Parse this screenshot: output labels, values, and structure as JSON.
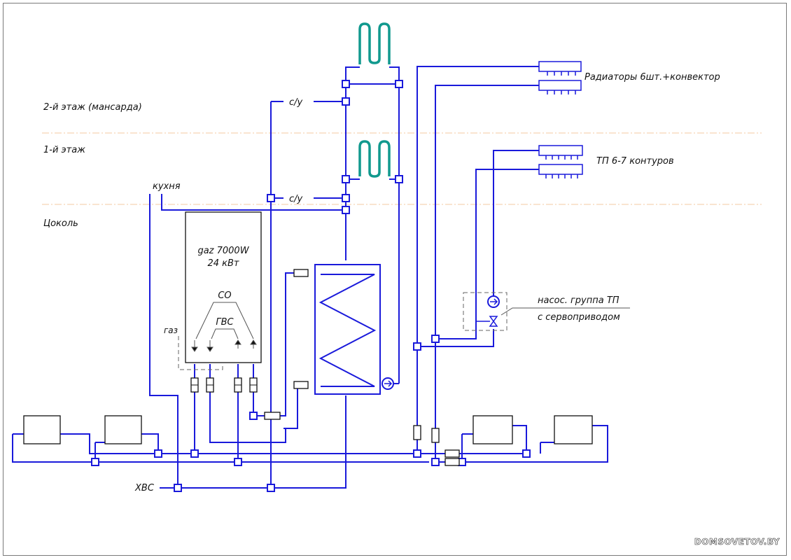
{
  "floors": {
    "floor2": "2-й этаж (мансарда)",
    "floor1": "1-й этаж",
    "basement": "Цоколь"
  },
  "labels": {
    "kitchen": "кухня",
    "wc_upper": "с/у",
    "wc_lower": "с/у",
    "cold_water": "ХВС",
    "gas": "газ",
    "radiators": "Радиаторы 6шт.+конвектор",
    "underfloor": "ТП 6-7 контуров",
    "pump_group_line1": "насос. группа ТП",
    "pump_group_line2": "с сервоприводом"
  },
  "boiler": {
    "model": "gaz 7000W",
    "power": "24 кВт",
    "heating_circuit": "СО",
    "hot_water": "ГВС"
  },
  "watermark": "DOMSOVETOV.BY",
  "colors": {
    "pipe": "#1a1adb",
    "towel_rail": "#11998e",
    "floor_line": "#f3c8a0",
    "background": "#ffffff"
  }
}
